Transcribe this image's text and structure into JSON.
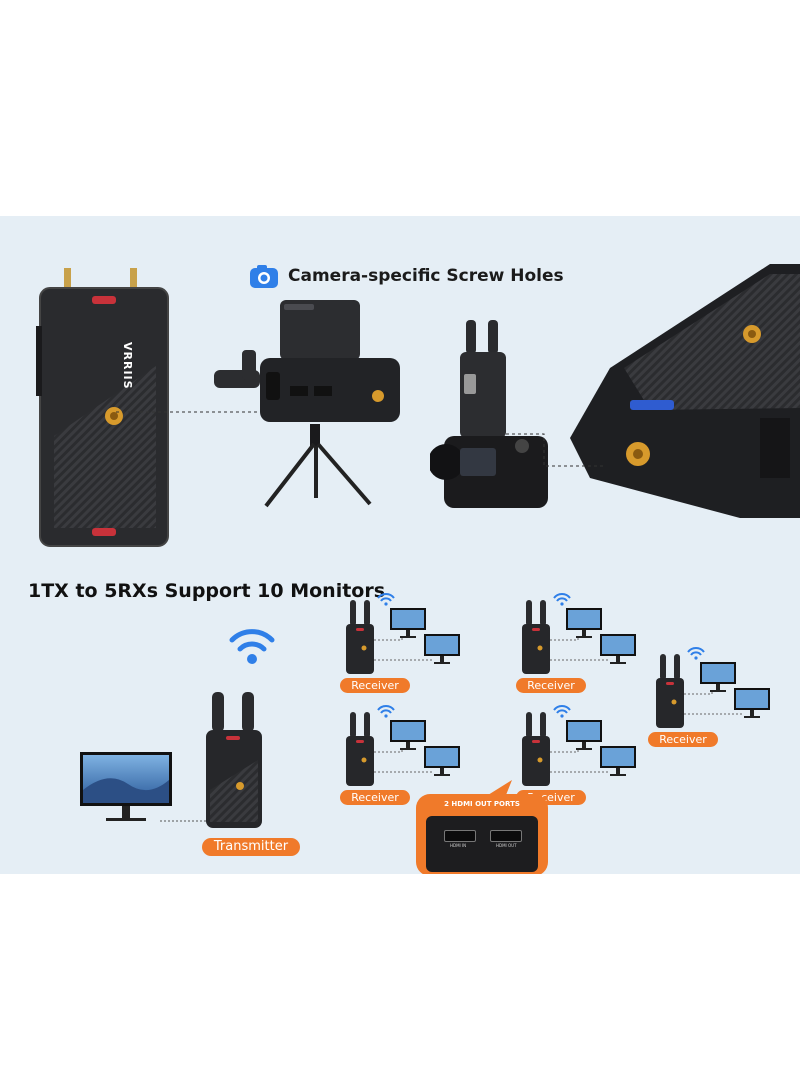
{
  "top_section": {
    "heading": "Camera-specific Screw Holes",
    "icon": "camera-icon",
    "brand_mark": "VRRIIS",
    "accent_color": "#f07a2a",
    "icon_color": "#2f7fe8"
  },
  "bottom_section": {
    "heading": "1TX to 5RXs Support 10 Monitors",
    "transmitter_label": "Transmitter",
    "receivers": [
      {
        "label": "Receiver"
      },
      {
        "label": "Receiver"
      },
      {
        "label": "Receiver"
      },
      {
        "label": "Receiver"
      },
      {
        "label": "Receiver"
      }
    ],
    "callout": {
      "title": "2 HDMI OUT PORTS",
      "port_1": "HDMI IN",
      "port_2": "HDMI OUT"
    }
  }
}
